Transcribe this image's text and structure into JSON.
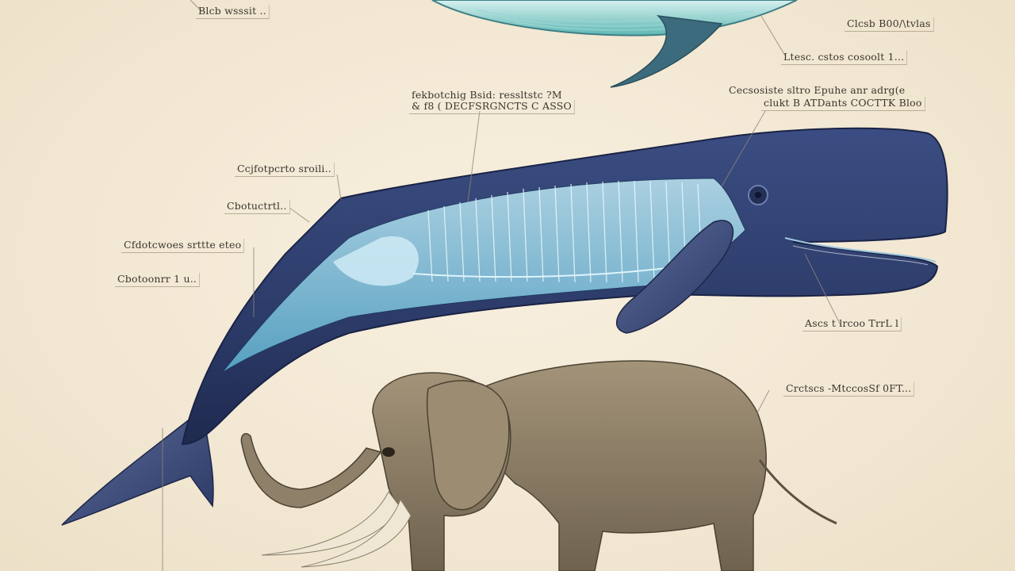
{
  "labels": {
    "top_left": "Blcb wsssit ..",
    "top_right_1": "Clcsb B00/\\tvlas",
    "top_right_2": "Ltesc. cstos cosoolt 1...",
    "mid_center_line1": "fekbotchig Bsid: ressltstc ?M",
    "mid_center_line2": "& f8 ( DECFSRGNCTS C ASSO",
    "mid_right_line1": "Cecsosiste sltro Epuhe anr adrg(e",
    "mid_right_line2": "clukt B ATDants COCTTK Bloo",
    "left_1": "Ccjfotpcrto sroili..",
    "left_2": "Cbotuctrtl..",
    "left_3": "Cfdotcwoes srttte eteo",
    "left_4": "Cbotoonrr 1 u..",
    "right_jaw": "Ascs t lrcoo TrrL l",
    "right_elephant": "Crctscs -MtccosSf 0FT..."
  },
  "colors": {
    "background": "#f3e9d5",
    "whale_body": "#2f3f6e",
    "whale_skeleton": "#8fd3e8",
    "upper_whale": "#7cc7c4",
    "elephant": "#8a7b64"
  }
}
